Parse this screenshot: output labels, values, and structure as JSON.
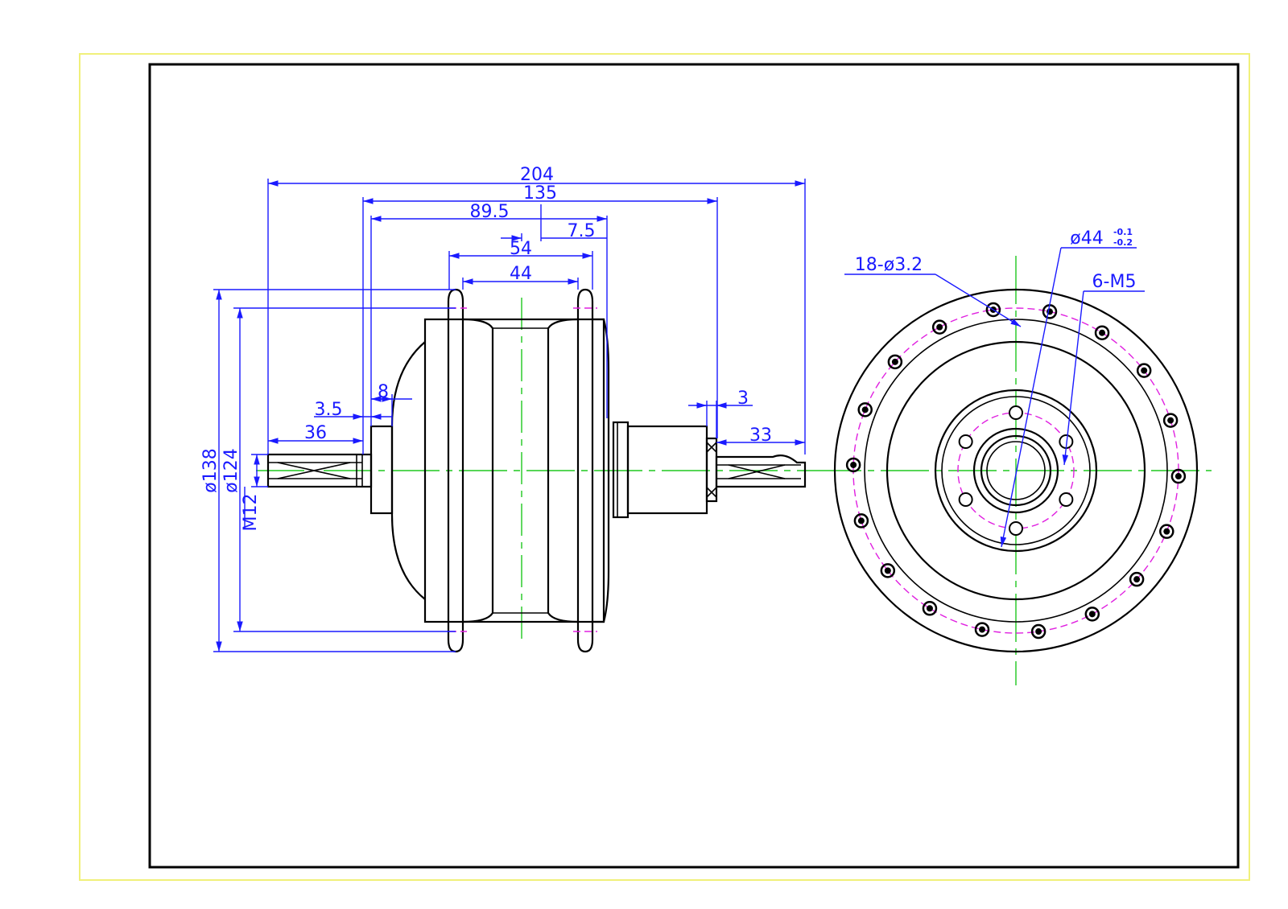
{
  "drawing": {
    "colors": {
      "outer_frame": "#f0f07a",
      "border": "#000000",
      "object": "#000000",
      "dimension": "#1a1aff",
      "center_line": "#1ec81e",
      "pitch_circle": "#e020e0"
    },
    "side_view": {
      "dims": {
        "overall_length": "204",
        "flange_span": "135",
        "inner_span": "89.5",
        "offset": "7.5",
        "body_span": "54",
        "core_span": "44",
        "left_step": "8",
        "left_gap": "3.5",
        "left_shaft": "36",
        "right_gap": "3",
        "right_shaft": "33",
        "dia_outer": "ø138",
        "dia_inner": "ø124",
        "thread": "M12"
      }
    },
    "end_view": {
      "labels": {
        "spoke_holes": "18-ø3.2",
        "bore_dia": "ø44",
        "bore_tol_upper": "-0.1",
        "bore_tol_lower": "-0.2",
        "tapped_holes": "6-M5"
      }
    }
  }
}
